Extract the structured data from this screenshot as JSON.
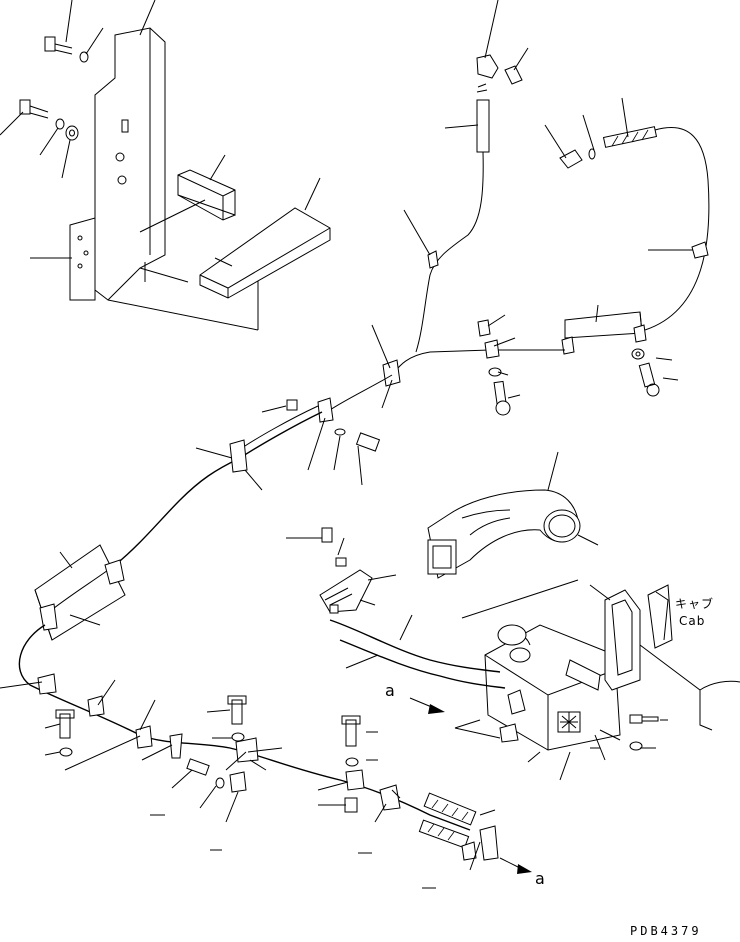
{
  "cab_label_jp": "キャブ",
  "cab_label_en": "Cab",
  "connection_label_start": "a",
  "connection_label_end": "a",
  "drawing_code": "PDB4379"
}
